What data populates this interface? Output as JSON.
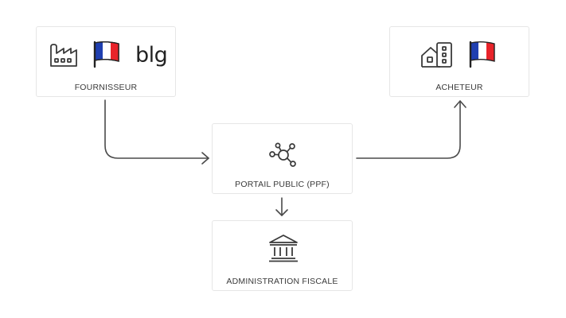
{
  "nodes": {
    "supplier": {
      "label": "FOURNISSEUR",
      "brand_text": "blg"
    },
    "buyer": {
      "label": "ACHETEUR"
    },
    "portal": {
      "label": "PORTAIL PUBLIC (PPF)"
    },
    "tax": {
      "label": "ADMINISTRATION FISCALE"
    }
  },
  "icons": {
    "supplier": [
      "factory-icon",
      "french-flag-icon"
    ],
    "buyer": [
      "buildings-icon",
      "french-flag-icon"
    ],
    "portal": [
      "network-hub-icon"
    ],
    "tax": [
      "bank-building-icon"
    ]
  },
  "colors": {
    "border": "#e6e6e6",
    "line": "#4a4a4a",
    "flag_blue": "#1f3fb0",
    "flag_red": "#e8232a",
    "flag_white": "#ffffff"
  }
}
